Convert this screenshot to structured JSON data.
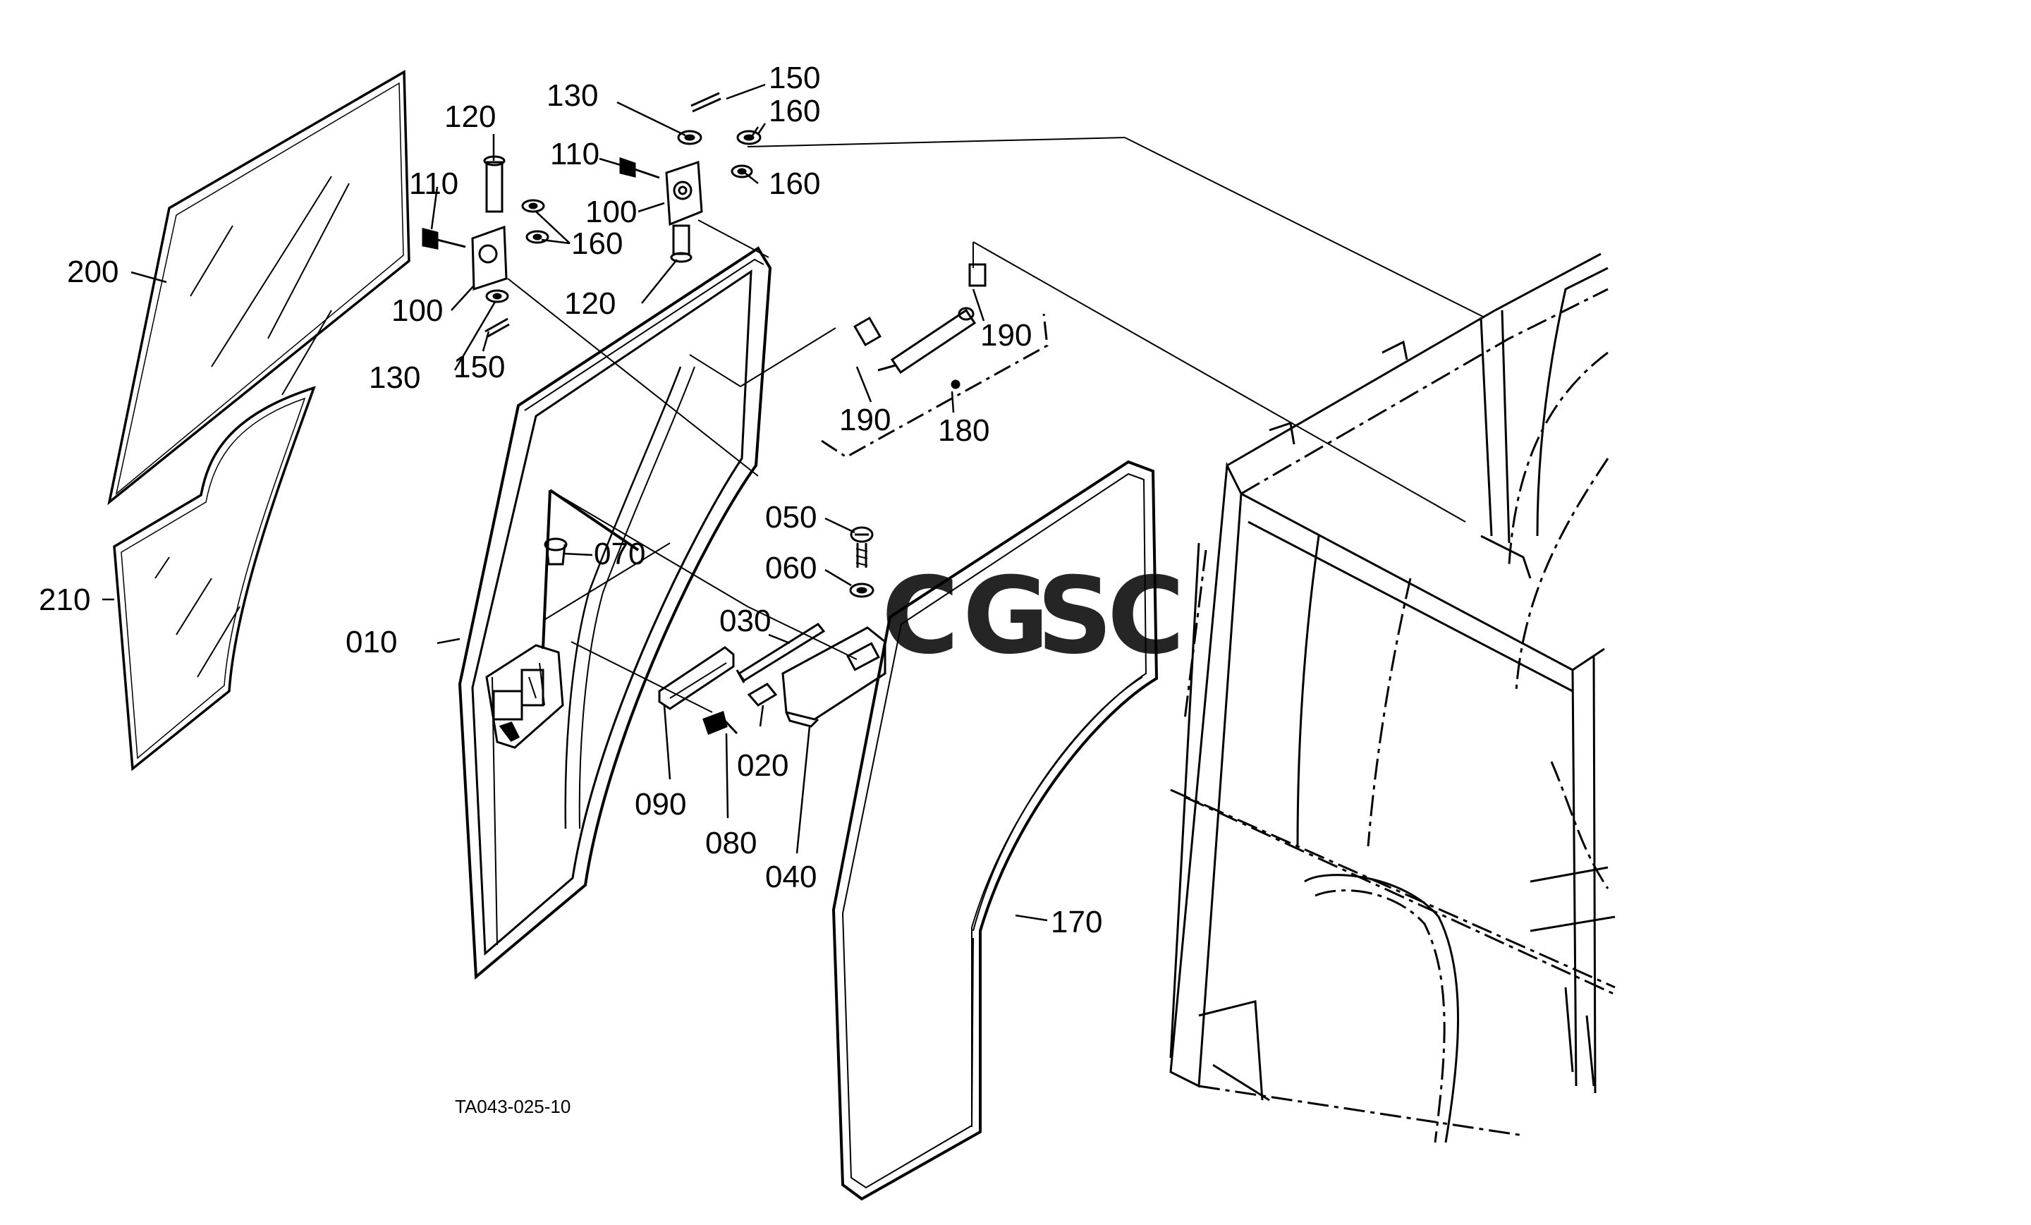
{
  "diagram": {
    "drawing_code": "TA043-025-10",
    "watermark": {
      "letters": [
        "C",
        "G",
        "S",
        "C"
      ],
      "colors": [
        "#4d86e8",
        "#ec6b66",
        "#f6c64b",
        "#34a06a"
      ]
    },
    "callouts": [
      {
        "id": "lbl-150-top",
        "text": "150"
      },
      {
        "id": "lbl-130-top",
        "text": "130"
      },
      {
        "id": "lbl-160-top-a",
        "text": "160"
      },
      {
        "id": "lbl-120-left",
        "text": "120"
      },
      {
        "id": "lbl-110-right",
        "text": "110"
      },
      {
        "id": "lbl-160-top-b",
        "text": "160"
      },
      {
        "id": "lbl-110-left",
        "text": "110"
      },
      {
        "id": "lbl-100-right",
        "text": "100"
      },
      {
        "id": "lbl-160-mid",
        "text": "160"
      },
      {
        "id": "lbl-200",
        "text": "200"
      },
      {
        "id": "lbl-120-mid",
        "text": "120"
      },
      {
        "id": "lbl-100-left",
        "text": "100"
      },
      {
        "id": "lbl-190-right",
        "text": "190"
      },
      {
        "id": "lbl-130-left",
        "text": "130"
      },
      {
        "id": "lbl-150-left",
        "text": "150"
      },
      {
        "id": "lbl-190-left",
        "text": "190"
      },
      {
        "id": "lbl-180",
        "text": "180"
      },
      {
        "id": "lbl-050",
        "text": "050"
      },
      {
        "id": "lbl-070",
        "text": "070"
      },
      {
        "id": "lbl-060",
        "text": "060"
      },
      {
        "id": "lbl-210",
        "text": "210"
      },
      {
        "id": "lbl-030",
        "text": "030"
      },
      {
        "id": "lbl-010",
        "text": "010"
      },
      {
        "id": "lbl-020",
        "text": "020"
      },
      {
        "id": "lbl-090",
        "text": "090"
      },
      {
        "id": "lbl-080",
        "text": "080"
      },
      {
        "id": "lbl-040",
        "text": "040"
      },
      {
        "id": "lbl-170",
        "text": "170"
      }
    ]
  }
}
